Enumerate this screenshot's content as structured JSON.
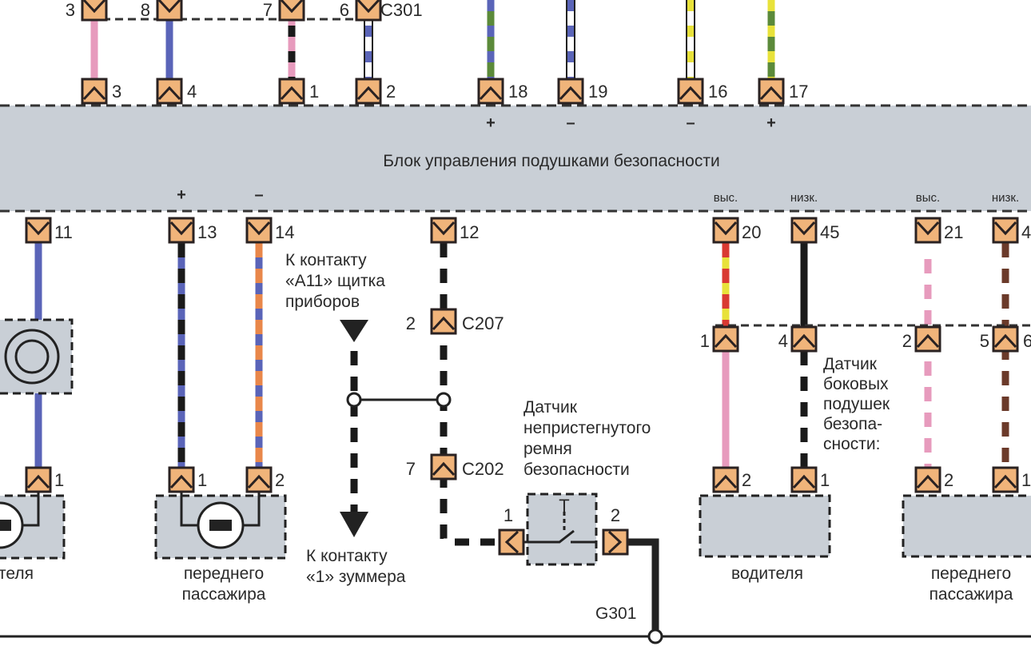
{
  "control_unit": {
    "title": "Блок управления подушками безопасности",
    "color": "#c9cfd6"
  },
  "connector_c301": {
    "name": "C301",
    "upper_pins": [
      "3",
      "8",
      "7",
      "6"
    ],
    "lower_pins": [
      "3",
      "4",
      "1",
      "2"
    ]
  },
  "top_pins": [
    {
      "pin": "18",
      "polarity": "+"
    },
    {
      "pin": "19",
      "polarity": "–"
    },
    {
      "pin": "16",
      "polarity": "–"
    },
    {
      "pin": "17",
      "polarity": "+"
    }
  ],
  "bottom_pins": [
    {
      "pin": "11",
      "polarity": ""
    },
    {
      "pin": "13",
      "polarity": "+"
    },
    {
      "pin": "14",
      "polarity": "–"
    },
    {
      "pin": "12",
      "polarity": ""
    },
    {
      "pin": "20",
      "polarity": "выс."
    },
    {
      "pin": "45",
      "polarity": "низк."
    },
    {
      "pin": "21",
      "polarity": "выс."
    },
    {
      "pin": "4",
      "polarity": "низк."
    }
  ],
  "connectors": {
    "c207": {
      "name": "C207",
      "pin": "2"
    },
    "c202": {
      "name": "C202",
      "pin": "7"
    },
    "mid_pins": [
      "1",
      "4",
      "2",
      "5"
    ],
    "mid_right_partial": "6"
  },
  "labels": {
    "to_a11": [
      "К контакту",
      "«А11» щитка",
      "приборов"
    ],
    "to_buzzer": [
      "К контакту",
      "«1» зуммера"
    ],
    "belt_sensor": [
      "Датчик",
      "непристегнутого",
      "ремня",
      "безопасности"
    ],
    "belt_sensor_pins": [
      "1",
      "2"
    ],
    "belt_switch_mark": "T",
    "side_sensor": [
      "Датчик",
      "боковых",
      "подушек",
      "безопа-",
      "сности:"
    ],
    "driver_partial": "теля",
    "front_passenger": [
      "переднего",
      "пассажира"
    ],
    "driver": "водителя",
    "front_passenger_right": [
      "переднего",
      "пассажира"
    ],
    "ground": "G301",
    "device_pins_left": [
      "1"
    ],
    "device_pins_pass": [
      "1",
      "2"
    ],
    "device_pins_driver": [
      "2",
      "1"
    ],
    "device_pins_pass_right": [
      "2",
      "1"
    ]
  },
  "wire_colors": {
    "pink": "#e79bbd",
    "blue": "#5a64b8",
    "black": "#1a1a1a",
    "green": "#5b8a3a",
    "yellow": "#e8e23a",
    "orange": "#e9874a",
    "red": "#d93a32",
    "brown": "#6b3a2a",
    "connector": "#f0b47a"
  }
}
